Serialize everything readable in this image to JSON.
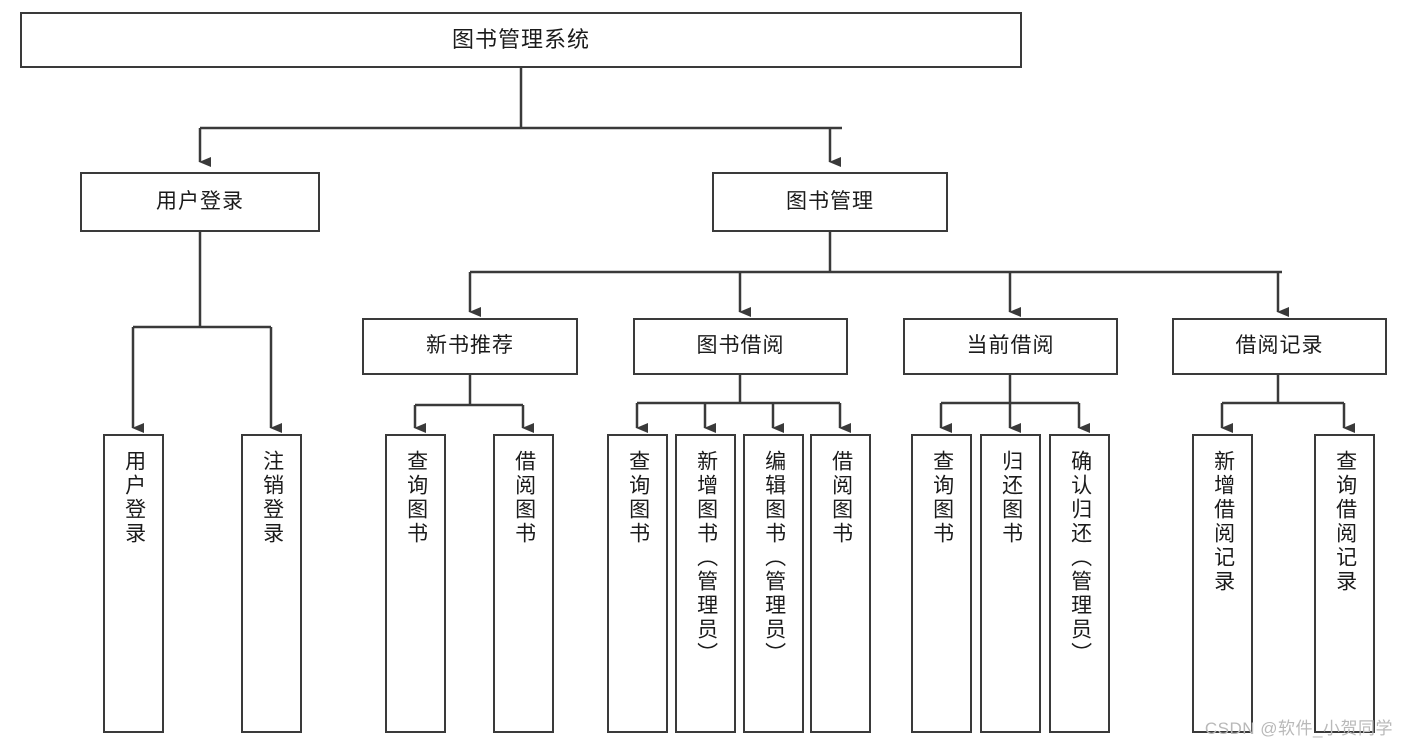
{
  "diagram": {
    "type": "tree-hierarchy",
    "title": "图书管理系统",
    "root": {
      "label": "图书管理系统"
    },
    "level2": [
      {
        "label": "用户登录"
      },
      {
        "label": "图书管理"
      }
    ],
    "level3": [
      {
        "label": "新书推荐"
      },
      {
        "label": "图书借阅"
      },
      {
        "label": "当前借阅"
      },
      {
        "label": "借阅记录"
      }
    ],
    "leaves": {
      "user_login": [
        {
          "label": "用户登录"
        },
        {
          "label": "注销登录"
        }
      ],
      "new_book_recommend": [
        {
          "label": "查询图书"
        },
        {
          "label": "借阅图书"
        }
      ],
      "book_borrow": [
        {
          "label": "查询图书"
        },
        {
          "label": "新增图书（管理员）"
        },
        {
          "label": "编辑图书（管理员）"
        },
        {
          "label": "借阅图书"
        }
      ],
      "current_borrow": [
        {
          "label": "查询图书"
        },
        {
          "label": "归还图书"
        },
        {
          "label": "确认归还（管理员）"
        }
      ],
      "borrow_record": [
        {
          "label": "新增借阅记录"
        },
        {
          "label": "查询借阅记录"
        }
      ]
    },
    "watermark": "CSDN @软件_小贺同学",
    "colors": {
      "box_border": "#3a3a3a",
      "box_fill": "#ffffff",
      "connector": "#3a3a3a",
      "text": "#1b1b1b",
      "watermark": "#b9b9b9",
      "background": "#ffffff"
    }
  }
}
